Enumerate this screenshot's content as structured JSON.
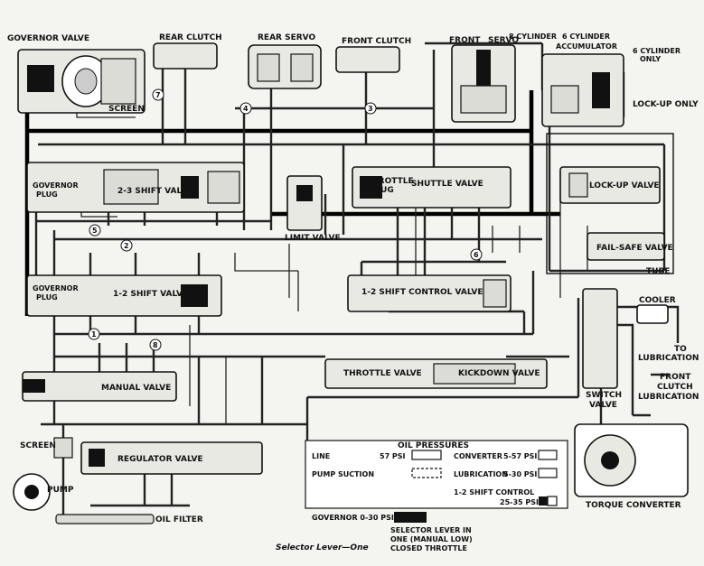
{
  "labels": {
    "governor_valve": "GOVERNOR VALVE",
    "rear_clutch": "REAR CLUTCH",
    "rear_servo": "REAR SERVO",
    "front_clutch": "FRONT CLUTCH",
    "front": "FRONT",
    "servo": "SERVO",
    "cyl8": "8 CYLINDER",
    "cyl6": "6 CYLINDER",
    "accumulator": "ACCUMULATOR",
    "cyl6_only_1": "6 CYLINDER",
    "cyl6_only_2": "ONLY",
    "lockup_only": "LOCK-UP ONLY",
    "screen_top": "SCREEN",
    "governor_plug_1a": "GOVERNOR",
    "governor_plug_1b": "PLUG",
    "shift_23": "2-3 SHIFT VALVE",
    "throttle_plug_a": "THROTTLE",
    "throttle_plug_b": "PLUG",
    "shuttle_valve": "SHUTTLE VALVE",
    "lockup_valve": "LOCK-UP VALVE",
    "limit_valve": "LIMIT VALVE",
    "failsafe_valve": "FAIL-SAFE VALVE",
    "tube": "TUBE",
    "governor_plug_2a": "GOVERNOR",
    "governor_plug_2b": "PLUG",
    "shift_12": "1-2 SHIFT VALVE",
    "shift_control_12": "1-2 SHIFT CONTROL VALVE",
    "cooler": "COOLER",
    "to_lub_1": "TO",
    "to_lub_2": "LUBRICATION",
    "front_clutch_lub_1": "FRONT",
    "front_clutch_lub_2": "CLUTCH",
    "front_clutch_lub_3": "LUBRICATION",
    "manual_valve": "MANUAL VALVE",
    "throttle_valve": "THROTTLE VALVE",
    "kickdown_valve": "KICKDOWN VALVE",
    "switch_valve_1": "SWITCH",
    "switch_valve_2": "VALVE",
    "screen_bottom": "SCREEN",
    "regulator_valve": "REGULATOR VALVE",
    "pump": "PUMP",
    "oil_filter": "OIL FILTER",
    "torque_converter": "TORQUE CONVERTER"
  },
  "numbers": {
    "n7": "7",
    "n4": "4",
    "n3": "3",
    "n5": "5",
    "n2": "2",
    "n6": "6",
    "n1": "1",
    "n8": "8"
  },
  "legend": {
    "title": "OIL PRESSURES",
    "line": "LINE",
    "line_psi": "57 PSI",
    "pump_suction": "PUMP SUCTION",
    "governor": "GOVERNOR 0-30 PSI",
    "converter": "CONVERTER",
    "converter_psi": "5-57 PSI",
    "lubrication": "LUBRICATION",
    "lubrication_psi": "5-30 PSI",
    "shift_control": "1-2 SHIFT CONTROL",
    "shift_control_psi": "25-35 PSI",
    "selector_1": "SELECTOR LEVER IN",
    "selector_2": "ONE (MANUAL LOW)",
    "selector_3": "CLOSED THROTTLE"
  },
  "caption": "Selector Lever—One"
}
